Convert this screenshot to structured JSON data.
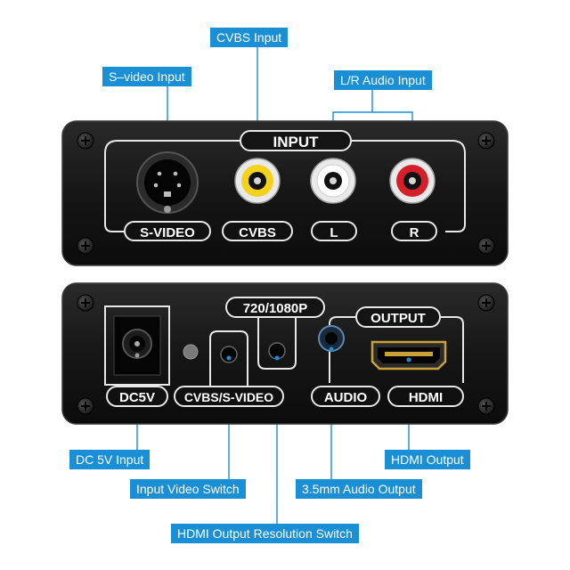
{
  "callouts": {
    "cvbs_input": "CVBS Input",
    "svideo_input": "S–video Input",
    "lr_audio_input": "L/R Audio Input",
    "dc_input": "DC 5V Input",
    "hdmi_output": "HDMI Output",
    "input_video_switch": "Input Video Switch",
    "audio_output": "3.5mm Audio Output",
    "resolution_switch": "HDMI Output Resolution Switch"
  },
  "front_panel": {
    "group_label": "INPUT",
    "ports": [
      "S-VIDEO",
      "CVBS",
      "L",
      "R"
    ]
  },
  "back_panel": {
    "group_label": "OUTPUT",
    "resolution_label": "720/1080P",
    "dc_label": "DC5V",
    "switch_label": "CVBS/S-VIDEO",
    "audio_label": "AUDIO",
    "hdmi_label": "HDMI"
  },
  "colors": {
    "callout_bg": "#1a8fd6",
    "panel_body": "#141414",
    "cvbs_jack": "#f2d21c",
    "left_jack": "#ffffff",
    "right_jack": "#d3202a"
  }
}
